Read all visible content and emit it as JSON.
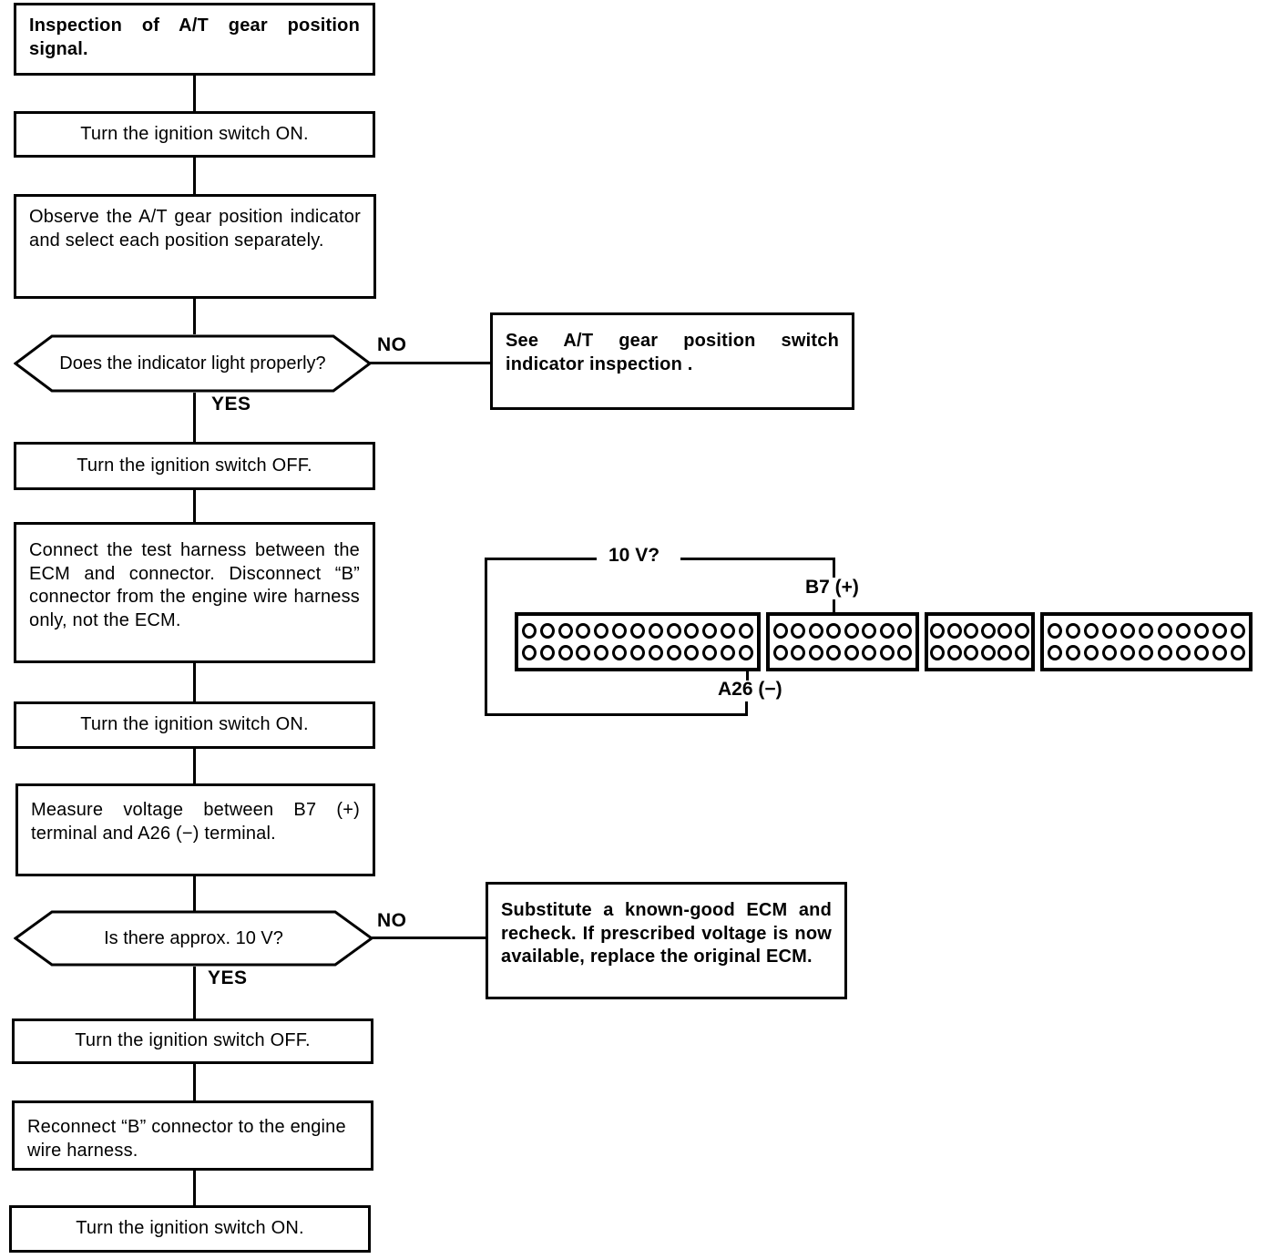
{
  "title": "A/T gear position signal inspection flowchart",
  "colors": {
    "ink": "#000000",
    "paper": "#ffffff"
  },
  "nodes": {
    "start": {
      "text": "Inspection of A/T gear position signal."
    },
    "ign_on_1": {
      "text": "Turn the ignition switch ON."
    },
    "observe": {
      "text": "Observe the A/T gear position indicator and select each position separately."
    },
    "decision_indicator": {
      "text": "Does the indicator light properly?"
    },
    "see_inspection": {
      "text": "See A/T gear position switch indicator inspection ."
    },
    "ign_off_1": {
      "text": "Turn the ignition switch OFF."
    },
    "connect_harness": {
      "text": "Connect the test harness between the ECM and connector. Disconnect “B” connector from the engine wire harness only, not the ECM."
    },
    "ign_on_2": {
      "text": "Turn the ignition switch ON."
    },
    "measure": {
      "text": "Measure voltage between B7 (+) terminal and A26 (−) terminal."
    },
    "decision_voltage": {
      "text": "Is there approx. 10 V?"
    },
    "substitute": {
      "text": "Substitute a known-good ECM and recheck. If prescribed voltage is now available, replace the original ECM."
    },
    "ign_off_2": {
      "text": "Turn the ignition switch OFF."
    },
    "reconnect": {
      "text": "Reconnect “B” connector to the engine wire harness."
    },
    "ign_on_3": {
      "text": "Turn the ignition switch ON."
    }
  },
  "edge_labels": {
    "no_1": "NO",
    "yes_1": "YES",
    "no_2": "NO",
    "yes_2": "YES"
  },
  "connector": {
    "voltage_label": "10 V?",
    "b7_label": "B7 (+)",
    "a26_label": "A26 (−)",
    "rows_per_block": 2,
    "blocks": [
      {
        "pins_per_row": 13
      },
      {
        "pins_per_row": 8
      },
      {
        "pins_per_row": 6
      },
      {
        "pins_per_row": 11
      }
    ]
  }
}
